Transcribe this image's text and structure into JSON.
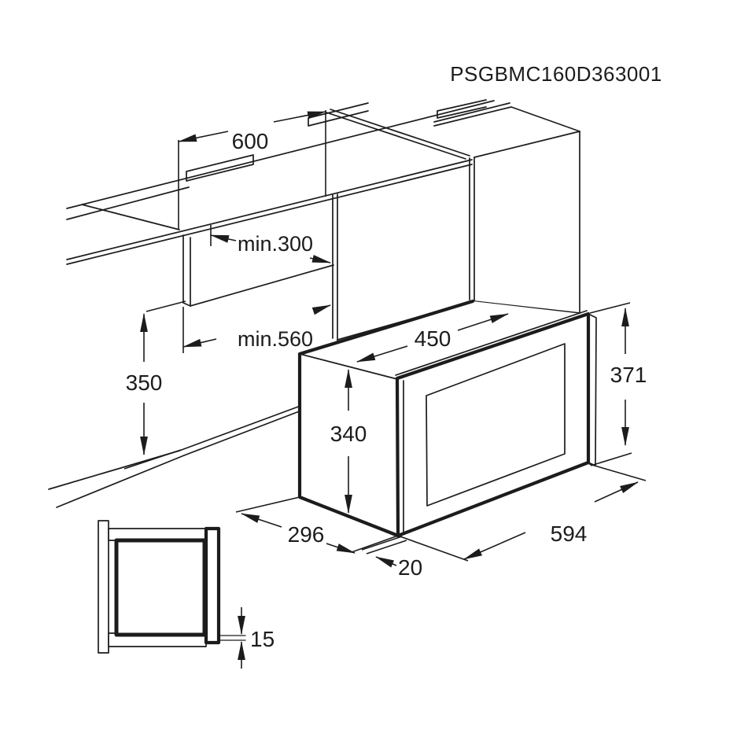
{
  "title": "PSGBMC160D363001",
  "dimensions": {
    "niche_width": "600",
    "niche_depth": "min.300",
    "niche_inner_width": "min.560",
    "niche_height": "350",
    "oven_body_width": "450",
    "oven_body_height": "340",
    "frame_height": "371",
    "oven_body_depth": "296",
    "frame_width": "594",
    "frame_overlap": "20",
    "trim_thickness": "15"
  }
}
